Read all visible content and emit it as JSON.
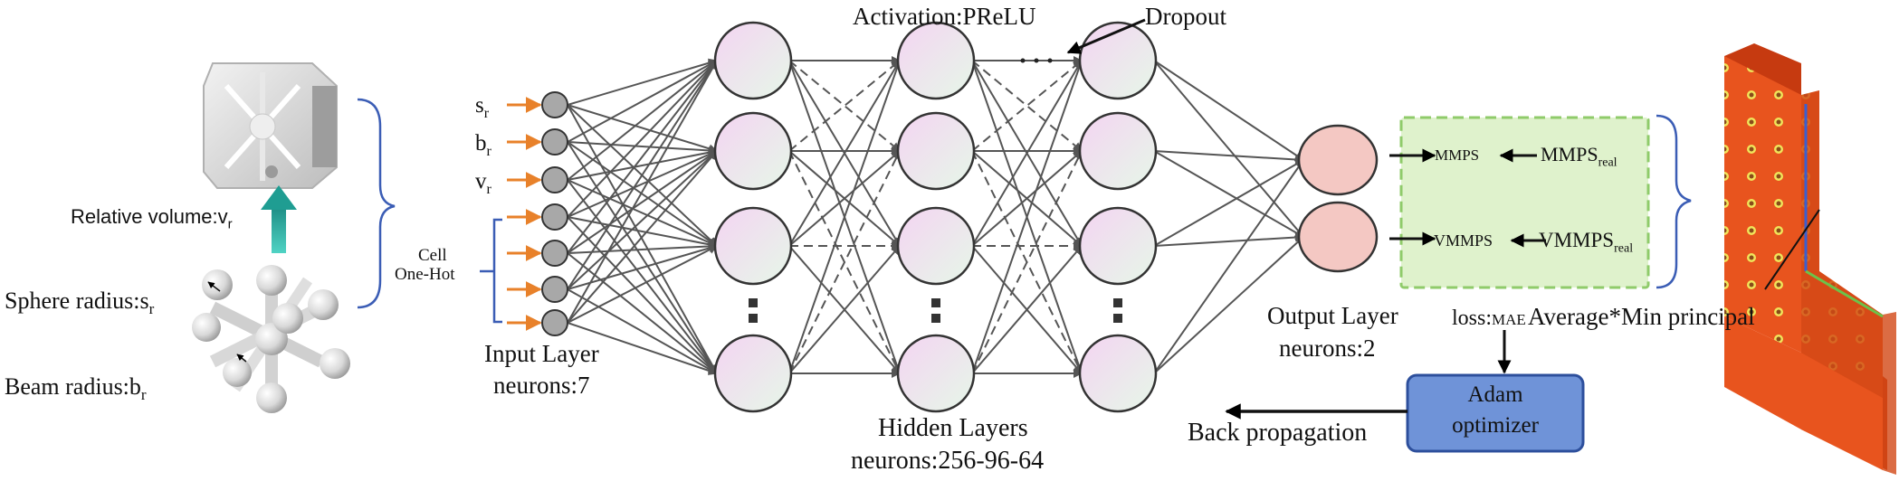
{
  "left_panel": {
    "relative_volume_label": "Relative volume:v",
    "relative_volume_sub": "r",
    "sphere_radius_label": "Sphere radius:s",
    "sphere_radius_sub": "r",
    "beam_radius_label": "Beam radius:b",
    "beam_radius_sub": "r"
  },
  "input": {
    "feature_labels": [
      {
        "main": "s",
        "sub": "r"
      },
      {
        "main": "b",
        "sub": "r"
      },
      {
        "main": "v",
        "sub": "r"
      }
    ],
    "onehot_label_line1": "Cell",
    "onehot_label_line2": "One-Hot",
    "layer_title": "Input Layer",
    "layer_neurons": "neurons:7"
  },
  "hidden": {
    "activation": "Activation:PReLU",
    "dropout": "Dropout",
    "title": "Hidden Layers",
    "neurons": "neurons:256-96-64"
  },
  "output": {
    "title": "Output Layer",
    "neurons": "neurons:2",
    "loss_label": "loss:",
    "loss_value": "MAE",
    "targets": [
      {
        "pred": "MMPS",
        "real_main": "MMPS",
        "real_sub": "real"
      },
      {
        "pred": "VMMPS",
        "real_main": "VMMPS",
        "real_sub": "real"
      }
    ]
  },
  "optimizer": {
    "line1": "Adam",
    "line2": "optimizer"
  },
  "backprop": "Back propagation",
  "stress_label": "Average*Min principal",
  "colors": {
    "input_arrow": "#e8812a",
    "input_node": "#a8a8a8",
    "hidden_node_a": "#f4d6f0",
    "hidden_node_b": "#e6f6e9",
    "output_node": "#f4c8c3",
    "target_box_fill": "#dff2cc",
    "target_box_border": "#8fcb6a",
    "optimizer_fill": "#6f93d8",
    "optimizer_border": "#2d4f9c",
    "brace": "#3b5db5",
    "up_arrow": "#2fb3a3",
    "stress_main": "#e8541e",
    "stress_hi": "#f0e45a"
  }
}
